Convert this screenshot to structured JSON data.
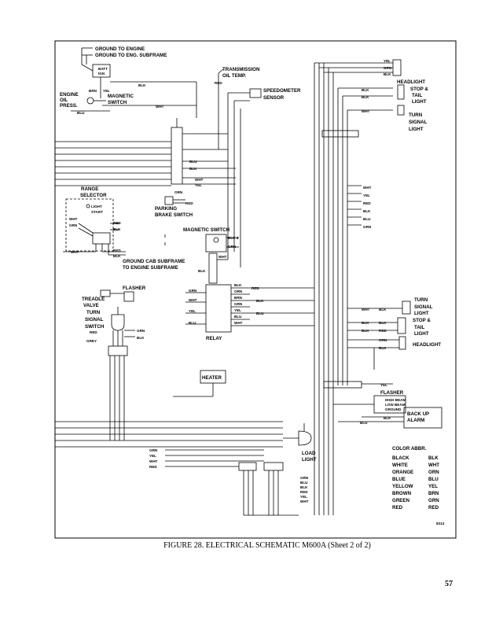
{
  "figure": {
    "caption": "FIGURE 28. ELECTRICAL SCHEMATIC M600A (Sheet 2 of 2)",
    "page_number": "57",
    "drawing_number": "8314"
  },
  "components": {
    "ground_to_engine": "GROUND TO ENGINE",
    "ground_to_eng_subframe": "GROUND TO ENG. SUBFRAME",
    "engine_oil_press": [
      "ENGINE",
      "OIL",
      "PRESS."
    ],
    "magnetic_switch_top": [
      "MAGNETIC",
      "SWITCH"
    ],
    "transmission_oil_temp": [
      "TRANSMISSION",
      "OIL TEMP."
    ],
    "speedometer_sensor": [
      "SPEEDOMETER",
      "SENSOR"
    ],
    "headlight_top": "HEADLIGHT",
    "stop_tail_top": [
      "STOP &",
      "TAIL",
      "LIGHT"
    ],
    "turn_signal_top": [
      "TURN",
      "SIGNAL",
      "LIGHT"
    ],
    "range_selector": [
      "RANGE",
      "SELECTOR"
    ],
    "parking_brake_switch": [
      "PARKING",
      "BRAKE SWITCH"
    ],
    "magnetic_switch_mid": "MAGNETIC SWITCH",
    "ground_cab": [
      "GROUND CAB SUBFRAME",
      "TO ENGINE SUBFRAME"
    ],
    "flasher_left": "FLASHER",
    "treadle_valve": [
      "TREADLE",
      "VALVE"
    ],
    "turn_signal_switch": [
      "TURN",
      "SIGNAL",
      "SWITCH"
    ],
    "relay": "RELAY",
    "heater": "HEATER",
    "turn_signal_right": [
      "TURN",
      "SIGNAL",
      "LIGHT"
    ],
    "stop_tail_right": [
      "STOP &",
      "TAIL",
      "LIGHT"
    ],
    "headlight_right": "HEADLIGHT",
    "flasher_right": "FLASHER",
    "back_up_alarm": [
      "BACK UP",
      "ALARM"
    ],
    "load_light": [
      "LOAD",
      "LIGHT"
    ]
  },
  "color_abbr": {
    "title": "COLOR ABBR.",
    "rows": [
      {
        "color": "BLACK",
        "abbr": "BLK"
      },
      {
        "color": "WHITE",
        "abbr": "WHT"
      },
      {
        "color": "ORANGE",
        "abbr": "ORN"
      },
      {
        "color": "BLUE",
        "abbr": "BLU"
      },
      {
        "color": "YELLOW",
        "abbr": "YEL"
      },
      {
        "color": "BROWN",
        "abbr": "BRN"
      },
      {
        "color": "GREEN",
        "abbr": "GRN"
      },
      {
        "color": "RED",
        "abbr": "RED"
      }
    ]
  },
  "wire_labels": {
    "blk": "BLK",
    "wht": "WHT",
    "red": "RED",
    "grn": "GRN",
    "yel": "YEL",
    "blu": "BLU",
    "orn": "ORN",
    "brn": "BRN",
    "grey": "GREY",
    "batt": "BATT",
    "ign": "IGN",
    "light": "LIGHT",
    "start": "START",
    "blk4": "BLK 4",
    "mini_high_beam": "HIGH BEAM",
    "mini_low_beam": "LOW BEAM",
    "mini_ground": "GROUND"
  }
}
